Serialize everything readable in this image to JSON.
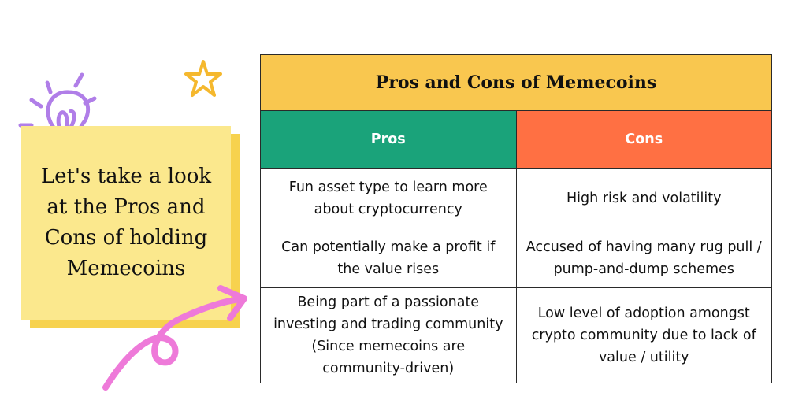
{
  "note": {
    "text": "Let's take a look at the Pros and Cons of holding Memecoins"
  },
  "table": {
    "title": "Pros and Cons of Memecoins",
    "pros_header": "Pros",
    "cons_header": "Cons",
    "rows": [
      {
        "pro": "Fun asset type to learn more about cryptocurrency",
        "con": "High risk and volatility"
      },
      {
        "pro": "Can potentially make a profit if the value rises",
        "con": "Accused of having many rug pull / pump-and-dump schemes"
      },
      {
        "pro": "Being part of a passionate investing and trading community (Since memecoins are community-driven)",
        "con": "Low level of adoption amongst crypto community due to lack of value / utility"
      }
    ]
  },
  "colors": {
    "title_bg": "#f9c74f",
    "pros_bg": "#1aa37a",
    "cons_bg": "#ff7043",
    "note_bg": "#fbe88d",
    "bulb": "#b07ee8",
    "star": "#f5b82e",
    "arrow": "#ee7ad9"
  },
  "icons": [
    "lightbulb-icon",
    "star-icon",
    "curly-arrow-icon"
  ]
}
